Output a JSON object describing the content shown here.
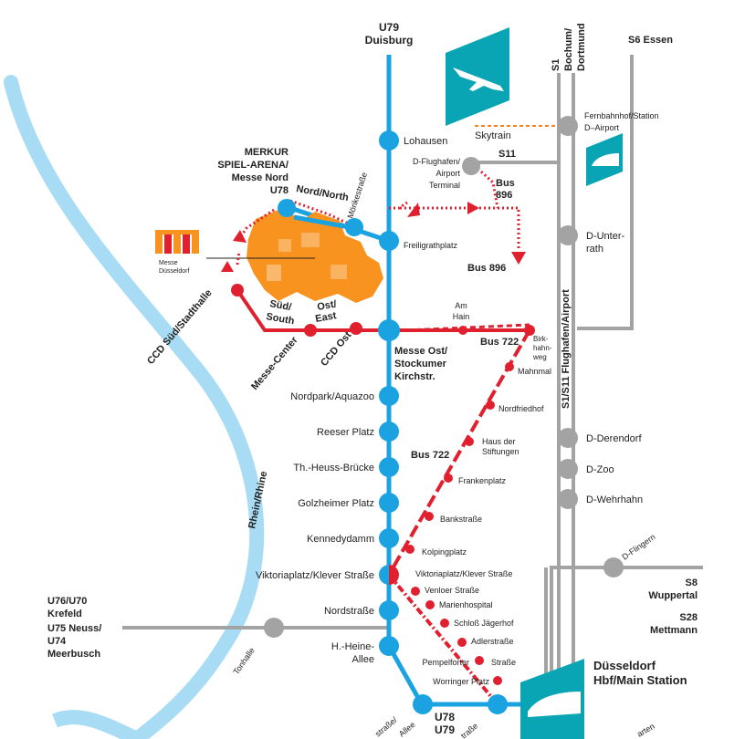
{
  "colors": {
    "river": "#a8dcf5",
    "u_line": "#1aa3e0",
    "bus_line": "#e0202f",
    "s_line": "#a3a3a3",
    "station_grey": "#a3a3a3",
    "fair_orange": "#f7931e",
    "teal": "#0aa5b5",
    "skytrain": "#f5821f"
  },
  "river": {
    "label": "Rhein/Rhine"
  },
  "u_line": {
    "top_label_1": "U79",
    "top_label_2": "Duisburg",
    "bottom_label_1": "U78",
    "bottom_label_2": "U79",
    "stations": {
      "lohausen": "Lohausen",
      "freiligrath": "Freiligrathplatz",
      "messe_ost_1": "Messe Ost/",
      "messe_ost_2": "Stockumer",
      "messe_ost_3": "Kirchstr.",
      "nordpark": "Nordpark/Aquazoo",
      "reeser": "Reeser Platz",
      "heuss": "Th.-Heuss-Brücke",
      "golzheimer": "Golzheimer Platz",
      "kennedydamm": "Kennedydamm",
      "viktoria": "Viktoriaplatz/Klever Straße",
      "nordstrasse": "Nordstraße",
      "heine_1": "H.-Heine-",
      "heine_2": "Allee",
      "bottom_a": "straße/",
      "bottom_b": "Allee",
      "bottom_c": "traße"
    }
  },
  "arena": {
    "l1": "MERKUR",
    "l2": "SPIEL-ARENA/",
    "l3": "Messe Nord",
    "l4": "U78",
    "nord": "Nord/North",
    "moerike": "Mörikestraße",
    "sued_1": "Süd/",
    "sued_2": "South",
    "ost_1": "Ost/",
    "ost_2": "East",
    "ccd_sued": "CCD Süd/Stadthalle",
    "messe_center": "Messe-Center",
    "ccd_ost": "CCD Ost"
  },
  "logo": {
    "mark": "m",
    "l1": "Messe",
    "l2": "Düsseldorf"
  },
  "airport": {
    "terminal_1": "D-Flughafen/",
    "terminal_2": "Airport",
    "terminal_3": "Terminal",
    "skytrain": "Skytrain",
    "s11": "S11",
    "fernbahnhof_1": "Fernbahnhof/Station",
    "fernbahnhof_2": "D–Airport"
  },
  "bus": {
    "bus896_a_1": "Bus",
    "bus896_a_2": "896",
    "bus896_b": "Bus 896",
    "am_hain_1": "Am",
    "am_hain_2": "Hain",
    "bus722_a": "Bus 722",
    "bus722_b": "Bus 722",
    "birkhahnweg_1": "Birk-",
    "birkhahnweg_2": "hahn-",
    "birkhahnweg_3": "weg",
    "stops": {
      "mahnmal": "Mahnmal",
      "nordfriedhof": "Nordfriedhof",
      "haus_1": "Haus der",
      "haus_2": "Stiftungen",
      "frankenplatz": "Frankenplatz",
      "bankstrasse": "Bankstraße",
      "kolpingplatz": "Kolpingplatz",
      "viktoria": "Viktoriaplatz/Klever Straße",
      "venloer": "Venloer Straße",
      "marienhospital": "Marienhospital",
      "schloss": "Schloß Jägerhof",
      "adlerstrasse": "Adlerstraße",
      "pempelforter_1": "Pempelforter",
      "pempelforter_2": "Straße",
      "worringer": "Worringer Platz"
    }
  },
  "s_lines": {
    "s1_1": "S1",
    "s1_2": "Bochum/",
    "s1_3": "Dortmund",
    "s6": "S6 Essen",
    "side_label": "S1/S11 Flughafen/Airport",
    "unterrath_1": "D-Unter-",
    "unterrath_2": "rath",
    "derendorf": "D-Derendorf",
    "zoo": "D-Zoo",
    "wehrhahn": "D-Wehrhahn",
    "flingern": "D-Flingern",
    "s8_1": "S8",
    "s8_2": "Wuppertal",
    "s28_1": "S28",
    "s28_2": "Mettmann",
    "hbf_1": "Düsseldorf",
    "hbf_2": "Hbf/Main Station",
    "bottom_right": "arten"
  },
  "west": {
    "l1": "U76/U70",
    "l2": "Krefeld",
    "l3": "U75 Neuss/",
    "l4": "U74",
    "l5": "Meerbusch",
    "tonhalle": "Tonhalle"
  }
}
